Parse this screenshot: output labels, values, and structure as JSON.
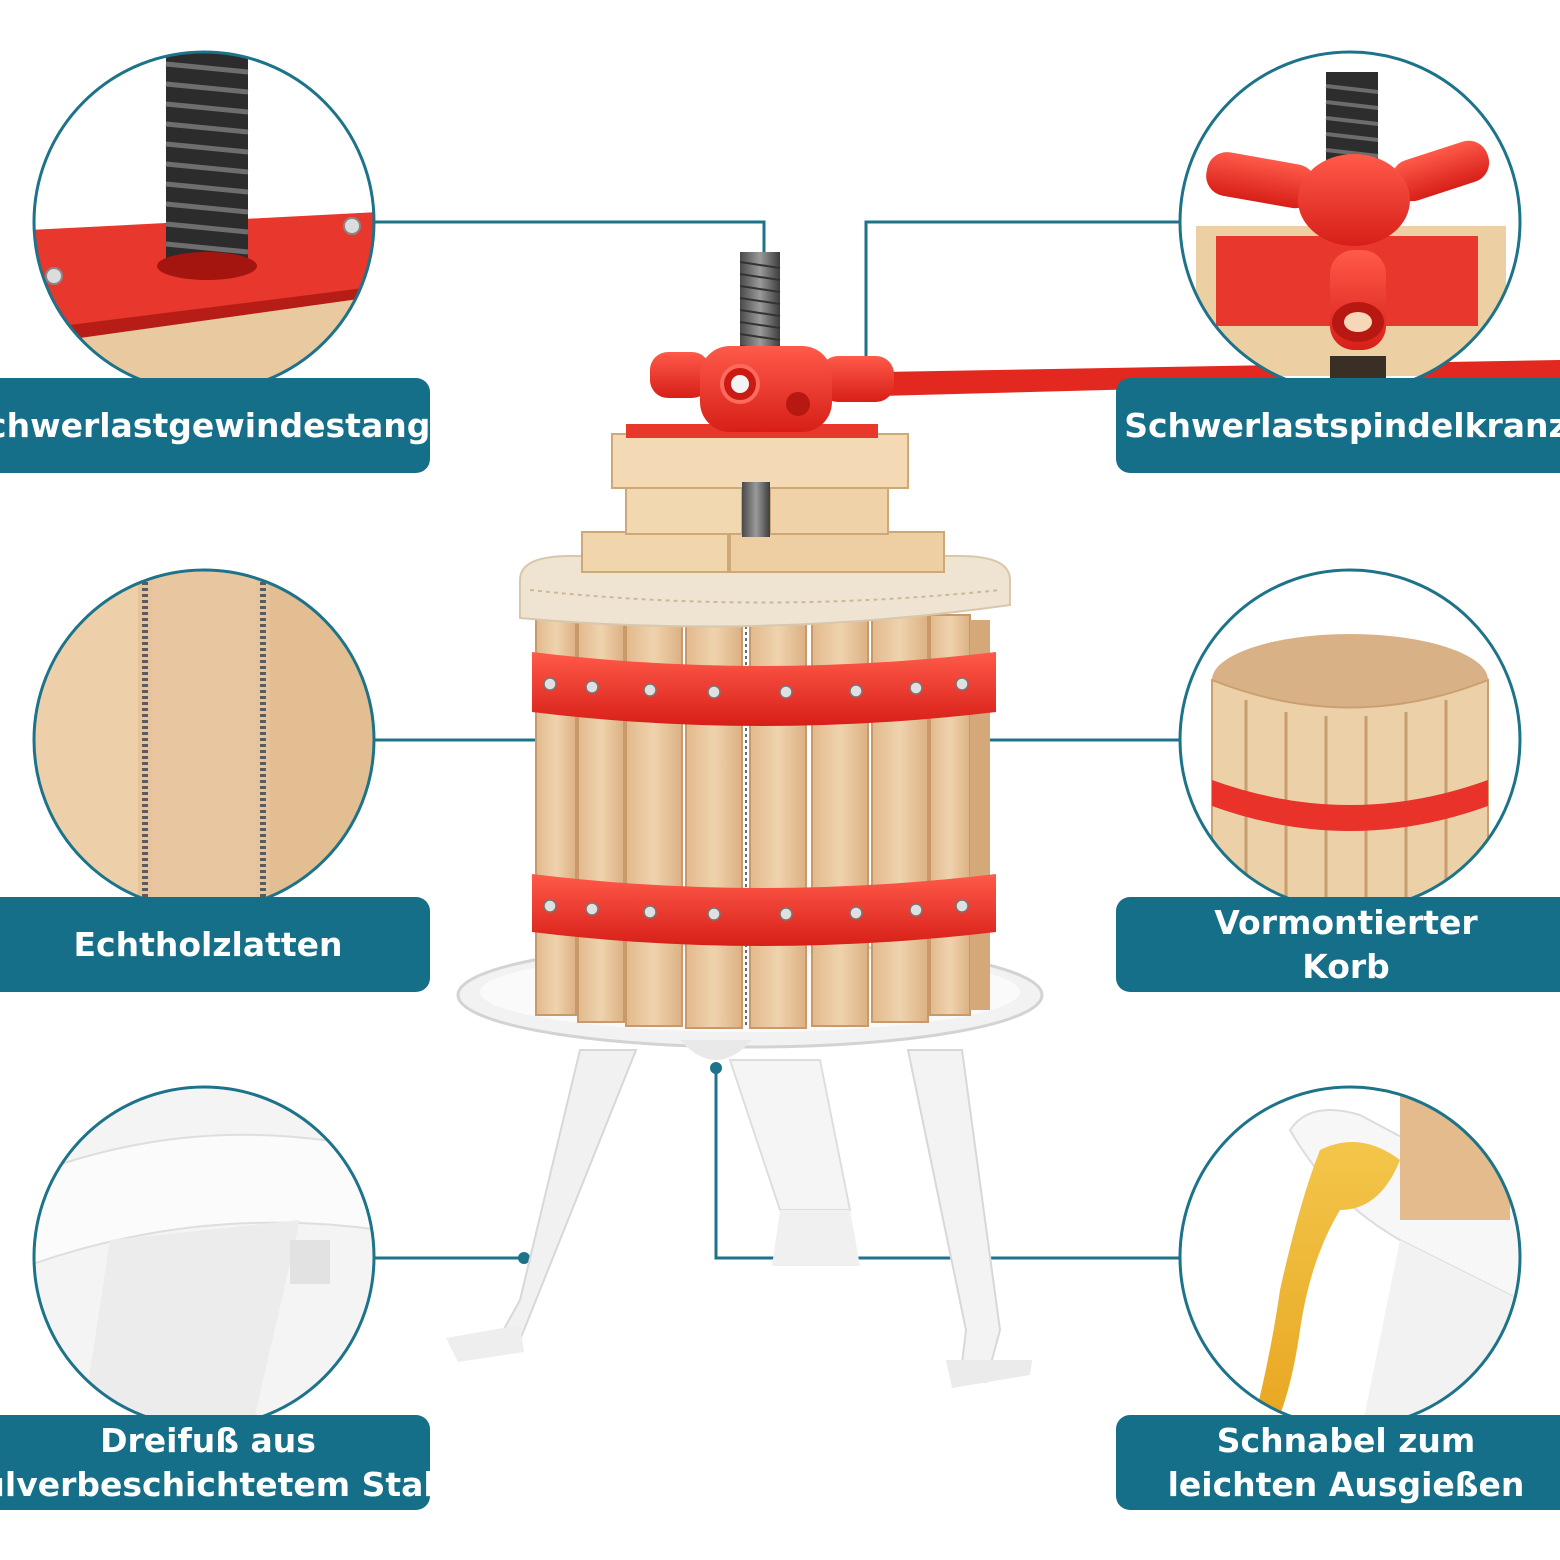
{
  "colors": {
    "accent_teal": "#156f88",
    "line_teal": "#1d7389",
    "red_metal": "#e8302a",
    "wood": "#e9c79f",
    "white_plastic": "#f4f4f4"
  },
  "callouts": {
    "rod": {
      "label": "Schwerlastgewindestange"
    },
    "crank": {
      "label": "Schwerlastspindelkranz"
    },
    "slats": {
      "label": "Echtholzlatten"
    },
    "basket": {
      "line1": "Vormontierter",
      "line2": "Korb"
    },
    "tripod": {
      "line1": "Dreifuß aus",
      "line2": "pulverbeschichtetem Stahl"
    },
    "spout": {
      "line1": "Schnabel zum",
      "line2": "leichten Ausgießen"
    }
  }
}
